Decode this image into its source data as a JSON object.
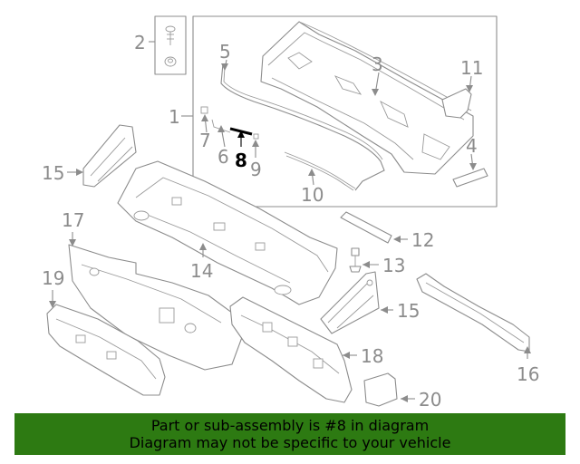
{
  "diagram": {
    "callouts": {
      "c1": "1",
      "c2": "2",
      "c3": "3",
      "c4": "4",
      "c5": "5",
      "c6": "6",
      "c7": "7",
      "c8": "8",
      "c9": "9",
      "c10": "10",
      "c11": "11",
      "c12": "12",
      "c13": "13",
      "c14": "14",
      "c15a": "15",
      "c15b": "15",
      "c16": "16",
      "c17": "17",
      "c18": "18",
      "c19": "19",
      "c20": "20"
    },
    "highlighted_part": "8",
    "colors": {
      "line": "#8c8c8c",
      "highlight": "#000000",
      "banner_bg": "#2d7a12"
    }
  },
  "banner": {
    "line1": "Part or sub-assembly is #8 in diagram",
    "line2": "Diagram may not be specific to your vehicle"
  }
}
